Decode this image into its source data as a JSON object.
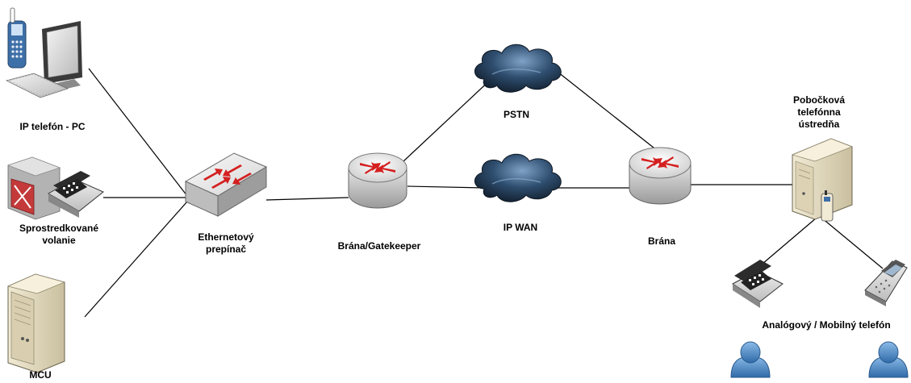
{
  "labels": {
    "ip_phone_pc": "IP telefón - PC",
    "mediated_call": "Sprostredkované\nvolanie",
    "mcu": "MCU",
    "ethernet_switch": "Ethernetový\nprepínač",
    "gateway_gatekeeper": "Brána/Gatekeeper",
    "pstn": "PSTN",
    "ip_wan": "IP WAN",
    "gateway": "Brána",
    "pbx": "Pobočková\ntelefónna\nústredňa",
    "analog_mobile_phone": "Analógový / Mobilný telefón"
  },
  "icons": {
    "ip_phone_pc": "ip-phone-computer-icon",
    "mediated_call": "call-manager-phone-icon",
    "mcu": "server-tower-icon",
    "ethernet_switch": "ethernet-switch-icon",
    "gateway_gatekeeper": "router-icon",
    "pstn": "cloud-icon",
    "ip_wan": "cloud-icon",
    "gateway": "router-icon",
    "pbx": "pbx-server-icon",
    "analog_phone": "analog-phone-icon",
    "mobile_phone": "mobile-phone-icon",
    "users": "user-icon"
  },
  "colors": {
    "line": "#000000",
    "cloud_dark": "#1c3047",
    "cloud_light": "#6f93b8",
    "arrow_red": "#d42020",
    "user_blue": "#4b87c5",
    "device_gray": "#d8d8d8"
  }
}
